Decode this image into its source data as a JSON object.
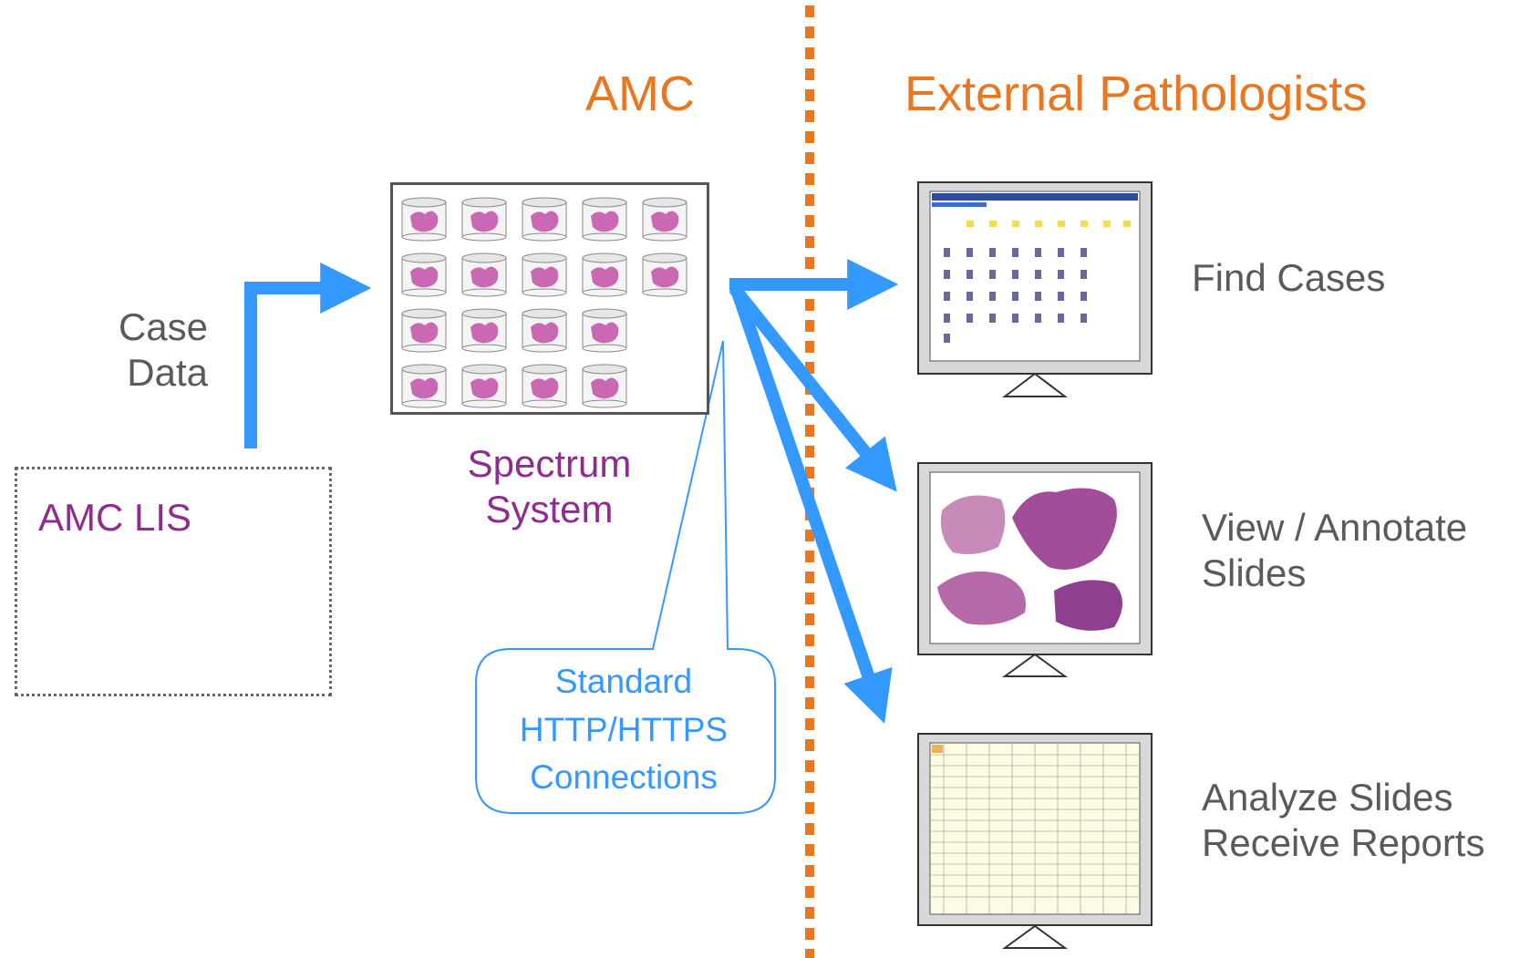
{
  "headings": {
    "amc": "AMC",
    "external": "External Pathologists"
  },
  "left": {
    "case_data": "Case\nData",
    "lis": "AMC LIS"
  },
  "center": {
    "spectrum": "Spectrum\nSystem",
    "callout": "Standard\nHTTP/HTTPS\nConnections",
    "slide_grid_rows": [
      5,
      5,
      4,
      4
    ]
  },
  "right": {
    "find_cases": "Find Cases",
    "view_slides": "View / Annotate\nSlides",
    "analyze": "Analyze Slides\nReceive Reports"
  },
  "colors": {
    "orange": "#E87722",
    "purple": "#8E2D8F",
    "gray": "#5a5a5a",
    "blue": "#3399FF",
    "stain_pink": "#C24FA8"
  }
}
